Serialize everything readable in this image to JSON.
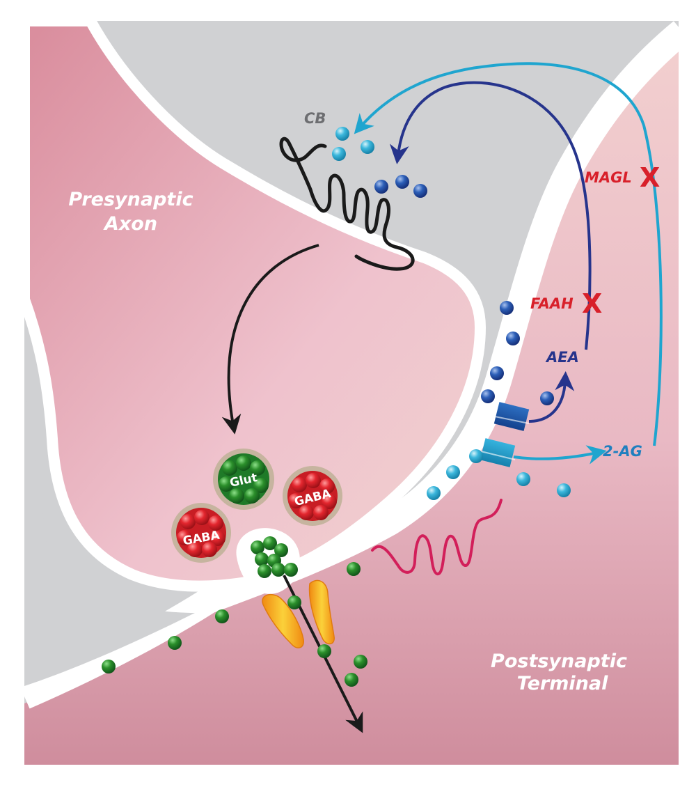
{
  "labels": {
    "presynaptic_line1": "Presynaptic",
    "presynaptic_line2": "Axon",
    "postsynaptic_line1": "Postsynaptic",
    "postsynaptic_line2": "Terminal",
    "cb": "CB",
    "magl": "MAGL",
    "faah": "FAAH",
    "aea": "AEA",
    "two_ag": "2-AG",
    "inhibit_mark": "X",
    "glut": "Glut",
    "gaba": "GABA"
  },
  "colors": {
    "presynaptic": "#e3a6b4",
    "postsynaptic": "#e8b6c2",
    "background_gray": "#d0d1d3",
    "cleft": "#ffffff",
    "aea_dark_blue": "#26348c",
    "two_ag_light_blue": "#1fa5cf",
    "enzyme_red": "#d8202a",
    "glutamate_green": "#2e8b2e",
    "gaba_red": "#e0262e",
    "receptor_yellow": "#f6b21c",
    "cb_receptor_black": "#1a1a1a",
    "postsyn_receptor_magenta": "#d21f5a",
    "cb_label_gray": "#6d6e71"
  }
}
